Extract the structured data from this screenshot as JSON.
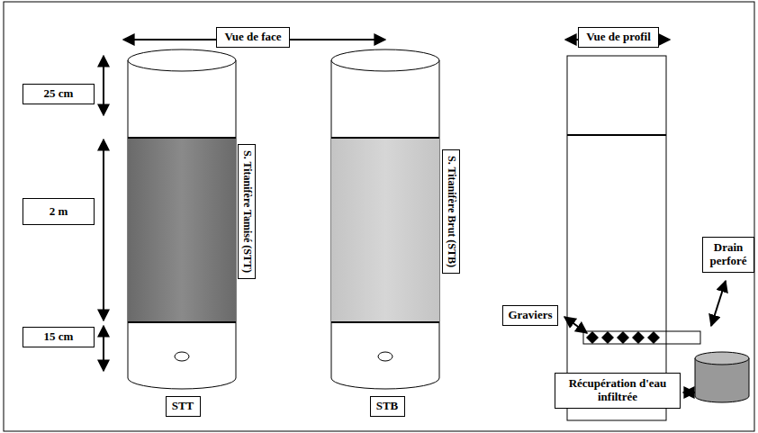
{
  "diagram": {
    "nodes": [
      {
        "text": [
          "Vue de face"
        ]
      },
      {
        "text": [
          "Vue de profil"
        ]
      },
      {
        "text": [
          "25 cm"
        ]
      },
      {
        "text": [
          "2 m"
        ]
      },
      {
        "text": [
          "15 cm"
        ]
      },
      {
        "text": [
          "S. Titanifère Tamisé (STT)"
        ]
      },
      {
        "text": [
          "S. Titanifère Brut (STB)"
        ]
      },
      {
        "text": [
          "STT"
        ]
      },
      {
        "text": [
          "STB"
        ]
      },
      {
        "text": [
          "Graviers"
        ]
      },
      {
        "text": [
          "Drain perforé"
        ]
      },
      {
        "text": [
          "Récupération d'eau infiltrée"
        ]
      }
    ]
  }
}
